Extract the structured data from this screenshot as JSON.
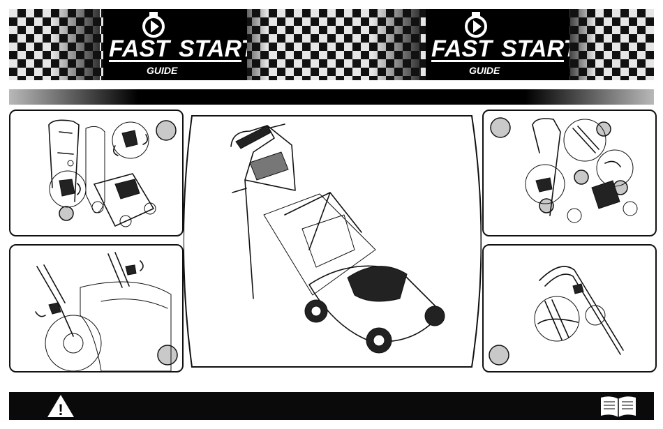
{
  "header": {
    "logos": [
      {
        "word1": "FAST",
        "word2": "START",
        "sub": "GUIDE"
      },
      {
        "word1": "FAST",
        "word2": "START",
        "sub": "GUIDE"
      }
    ]
  },
  "icons": {
    "warning": "warning-triangle-icon",
    "manual": "open-book-icon"
  },
  "footer": {
    "warning_symbol": "!"
  },
  "colors": {
    "band": "#111111",
    "step_circle": "#c9c9c9"
  }
}
